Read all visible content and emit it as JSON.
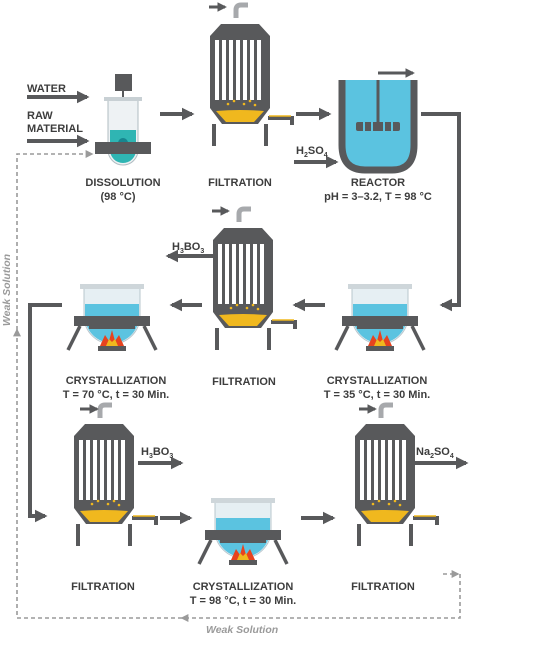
{
  "inputs": {
    "water": "WATER",
    "raw_line1": "RAW",
    "raw_line2": "MATERIAL"
  },
  "steps": {
    "dissolution": {
      "name": "DISSOLUTION",
      "cond": "(98 °C)"
    },
    "filtration": "FILTRATION",
    "reactor": {
      "name": "REACTOR",
      "cond": "pH = 3–3.2, T = 98 °C"
    },
    "cryst35": {
      "name": "CRYSTALLIZATION",
      "cond": "T = 35 °C, t = 30 Min."
    },
    "cryst70": {
      "name": "CRYSTALLIZATION",
      "cond": "T = 70 °C, t = 30 Min."
    },
    "cryst98": {
      "name": "CRYSTALLIZATION",
      "cond": "T = 98 °C, t = 30 Min."
    }
  },
  "chemicals": {
    "h2so4": {
      "base": "H",
      "sub1": "2",
      "mid": "SO",
      "sub2": "4"
    },
    "h3bo3": {
      "base": "H",
      "sub1": "3",
      "mid": "BO",
      "sub2": "3"
    },
    "na2so4": {
      "base": "Na",
      "sub1": "2",
      "mid": "SO",
      "sub2": "4"
    }
  },
  "weak_solution": "Weak Solution",
  "colors": {
    "steel": "#58595b",
    "liquid": "#5bc3e0",
    "solid": "#f0b81e",
    "text": "#3d3d3d",
    "dash": "#9a9a9a"
  }
}
